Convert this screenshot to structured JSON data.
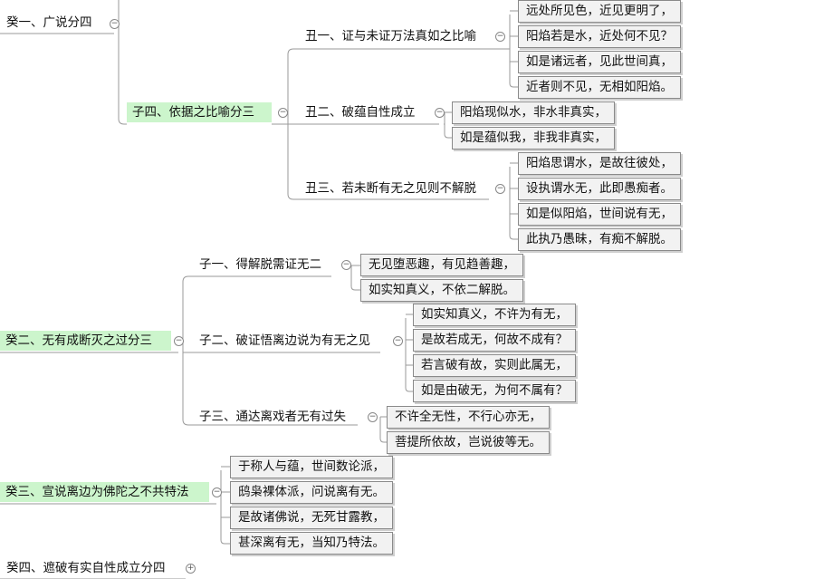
{
  "nodes": {
    "n1": "癸一、广说分四",
    "n2": "子四、依据之比喻分三",
    "n3": "丑一、证与未证万法真如之比喻",
    "n4": "丑二、破蕴自性成立",
    "n5": "丑三、若未断有无之见则不解脱",
    "n6": "癸二、无有成断灭之过分三",
    "n7": "子一、得解脱需证无二",
    "n8": "子二、破证悟离边说为有无之见",
    "n9": "子三、通达离戏者无有过失",
    "n10": "癸三、宣说离边为佛陀之不共特法",
    "n11": "癸四、遮破有实自性成立分四"
  },
  "leaves": {
    "l1": "远处所见色，近见更明了，",
    "l2": "阳焰若是水，近处何不见？",
    "l3": "如是诸远者，见此世间真，",
    "l4": "近者则不见，无相如阳焰。",
    "l5": "阳焰现似水，非水非真实，",
    "l6": "如是蕴似我，非我非真实，",
    "l7": "阳焰思谓水，是故往彼处，",
    "l8": "设执谓水无，此即愚痴者。",
    "l9": "如是似阳焰，世间说有无，",
    "l10": "此执乃愚昧，有痴不解脱。",
    "l11": "无见堕恶趣，有见趋善趣，",
    "l12": "如实知真义，不依二解脱。",
    "l13": "如实知真义，不许为有无，",
    "l14": "是故若成无，何故不成有？",
    "l15": "若言破有故，实则此属无，",
    "l16": "如是由破无，为何不属有？",
    "l17": "不许全无性，不行心亦无，",
    "l18": "菩提所依故，岂说彼等无。",
    "l19": "于称人与蕴，世间数论派，",
    "l20": "鸱枭裸体派，问说离有无。",
    "l21": "是故诸佛说，无死甘露教，",
    "l22": "甚深离有无，当知乃特法。"
  },
  "toggles": {
    "collapse": "−",
    "expand": "+"
  }
}
